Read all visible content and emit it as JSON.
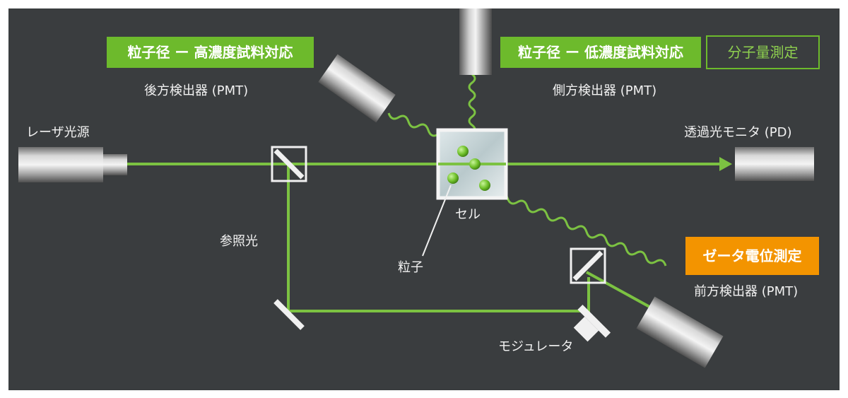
{
  "badges": {
    "size_high": "粒子径 ー 高濃度試料対応",
    "size_low": "粒子径 ー 低濃度試料対応",
    "molecular": "分子量測定",
    "zeta": "ゼータ電位測定"
  },
  "labels": {
    "back_detector": "後方検出器 (PMT)",
    "side_detector": "側方検出器 (PMT)",
    "laser": "レーザ光源",
    "transmitted": "透過光モニタ (PD)",
    "reference": "参照光",
    "cell": "セル",
    "particle": "粒子",
    "forward_detector": "前方検出器 (PMT)",
    "modulator": "モジュレータ"
  },
  "colors": {
    "background": "#3a3d3f",
    "beam": "#7cc242",
    "badge_green": "#6dba2c",
    "badge_orange": "#f39400",
    "text": "#f2f2f2"
  }
}
